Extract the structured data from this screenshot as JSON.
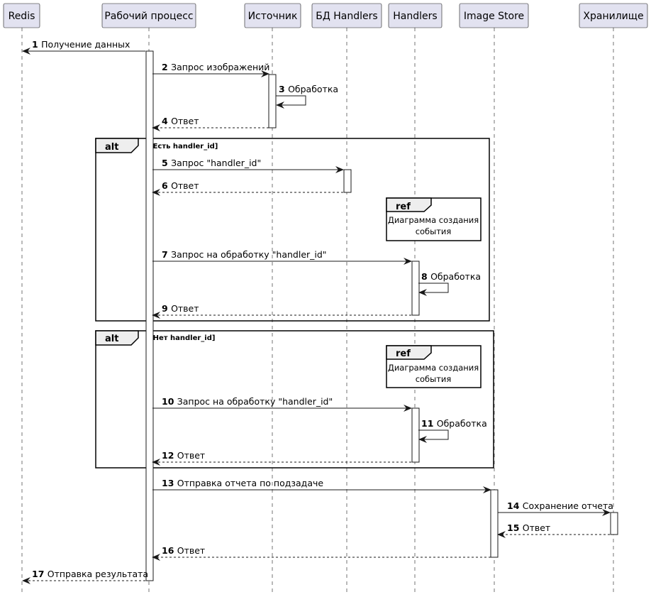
{
  "participants": [
    {
      "id": "redis",
      "label": "Redis"
    },
    {
      "id": "worker",
      "label": "Рабочий процесс"
    },
    {
      "id": "source",
      "label": "Источник"
    },
    {
      "id": "db",
      "label": "БД Handlers"
    },
    {
      "id": "handlers",
      "label": "Handlers"
    },
    {
      "id": "imgstore",
      "label": "Image Store"
    },
    {
      "id": "storage",
      "label": "Хранилище"
    }
  ],
  "messages": [
    {
      "num": "1",
      "text": "Получение данных",
      "from": "worker",
      "to": "redis",
      "style": "solid"
    },
    {
      "num": "2",
      "text": "Запрос изображений",
      "from": "worker",
      "to": "source",
      "style": "solid"
    },
    {
      "num": "3",
      "text": "Обработка",
      "from": "source",
      "to": "source",
      "style": "self"
    },
    {
      "num": "4",
      "text": "Ответ",
      "from": "source",
      "to": "worker",
      "style": "dashed"
    },
    {
      "num": "5",
      "text": "Запрос \"handler_id\"",
      "from": "worker",
      "to": "db",
      "style": "solid"
    },
    {
      "num": "6",
      "text": "Ответ",
      "from": "db",
      "to": "worker",
      "style": "dashed"
    },
    {
      "num": "7",
      "text": "Запрос на обработку \"handler_id\"",
      "from": "worker",
      "to": "handlers",
      "style": "solid"
    },
    {
      "num": "8",
      "text": "Обработка",
      "from": "handlers",
      "to": "handlers",
      "style": "self"
    },
    {
      "num": "9",
      "text": "Ответ",
      "from": "handlers",
      "to": "worker",
      "style": "dashed"
    },
    {
      "num": "10",
      "text": "Запрос на обработку \"handler_id\"",
      "from": "worker",
      "to": "handlers",
      "style": "solid"
    },
    {
      "num": "11",
      "text": "Обработка",
      "from": "handlers",
      "to": "handlers",
      "style": "self"
    },
    {
      "num": "12",
      "text": "Ответ",
      "from": "handlers",
      "to": "worker",
      "style": "dashed"
    },
    {
      "num": "13",
      "text": "Отправка отчета по подзадаче",
      "from": "worker",
      "to": "imgstore",
      "style": "solid"
    },
    {
      "num": "14",
      "text": "Сохранение отчета",
      "from": "imgstore",
      "to": "storage",
      "style": "solid"
    },
    {
      "num": "15",
      "text": "Ответ",
      "from": "storage",
      "to": "imgstore",
      "style": "dashed"
    },
    {
      "num": "16",
      "text": "Ответ",
      "from": "imgstore",
      "to": "worker",
      "style": "dashed"
    },
    {
      "num": "17",
      "text": "Отправка результата",
      "from": "worker",
      "to": "redis",
      "style": "dashed"
    }
  ],
  "fragments": [
    {
      "keyword": "alt",
      "condition": "[Есть handler_id]"
    },
    {
      "keyword": "alt",
      "condition": "[Нет handler_id]"
    }
  ],
  "refs": [
    {
      "keyword": "ref",
      "line1": "Диаграмма создания",
      "line2": "события"
    },
    {
      "keyword": "ref",
      "line1": "Диаграмма создания",
      "line2": "события"
    }
  ],
  "colors": {
    "participant_fill": "#E2E2F0",
    "participant_border": "#181818",
    "lifeline": "#181818",
    "fragment_header_fill": "#EEEEEE"
  }
}
